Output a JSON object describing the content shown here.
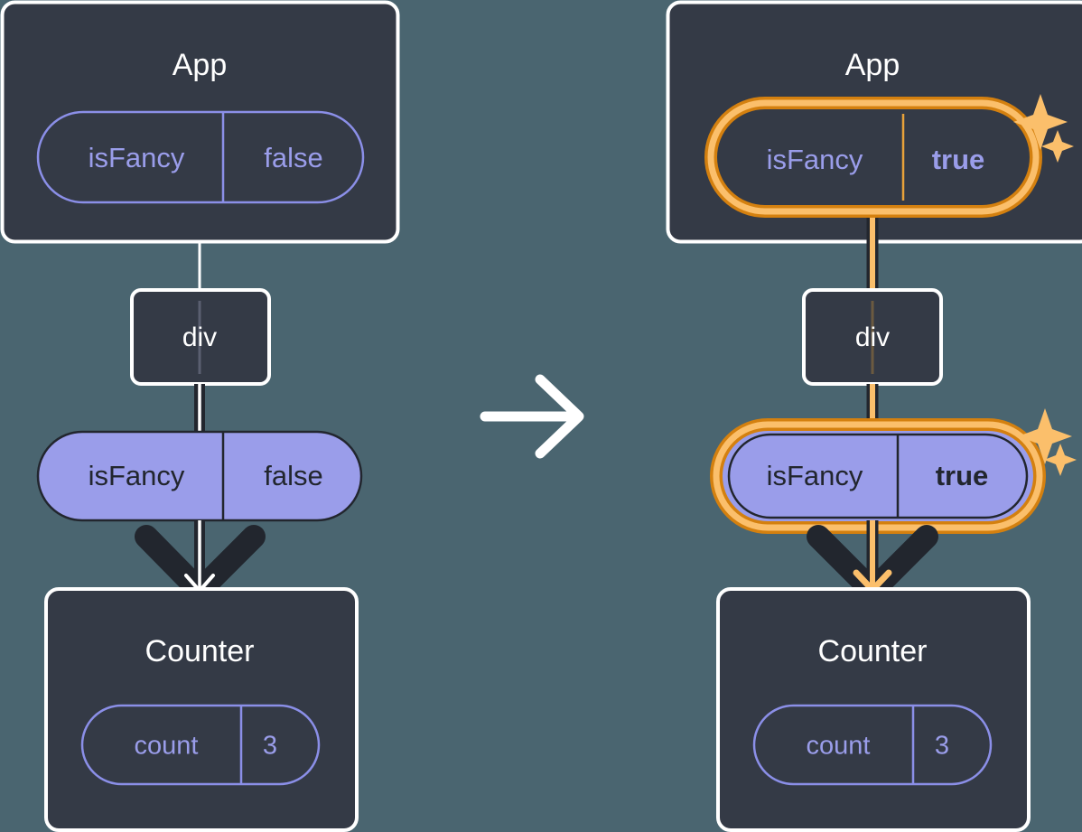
{
  "diagram": {
    "title": "React state update propagation diagram",
    "background_color": "#4a6570",
    "transition_arrow": "arrow-right"
  },
  "colors": {
    "panel_bg": "#343a46",
    "panel_border": "#ffffff",
    "pill_fill": "#9a9dea",
    "pill_outline_stroke": "#8b8fe8",
    "pill_solid_stroke": "#22262e",
    "text_light": "#ffffff",
    "text_dark": "#22262e",
    "highlight_outer": "#d4800f",
    "highlight_inner": "#fbbf6b",
    "line_dark": "#22262e",
    "line_white": "#ffffff",
    "line_amber": "#fbbf6b",
    "sparkle": "#fbbf6b"
  },
  "panels": [
    {
      "id": "before",
      "app": {
        "title": "App",
        "state_pill": {
          "key": "isFancy",
          "value": "false",
          "style": "outline",
          "highlighted": false,
          "bold_value": false
        }
      },
      "dom_node": {
        "label": "div"
      },
      "prop_pill": {
        "key": "isFancy",
        "value": "false",
        "style": "solid",
        "highlighted": false,
        "bold_value": false
      },
      "counter": {
        "title": "Counter",
        "state_pill": {
          "key": "count",
          "value": "3",
          "style": "outline",
          "highlighted": false,
          "bold_value": false
        }
      },
      "connector_color": "#ffffff",
      "sparkles": false
    },
    {
      "id": "after",
      "app": {
        "title": "App",
        "state_pill": {
          "key": "isFancy",
          "value": "true",
          "style": "outline",
          "highlighted": true,
          "bold_value": true
        }
      },
      "dom_node": {
        "label": "div"
      },
      "prop_pill": {
        "key": "isFancy",
        "value": "true",
        "style": "solid",
        "highlighted": true,
        "bold_value": true
      },
      "counter": {
        "title": "Counter",
        "state_pill": {
          "key": "count",
          "value": "3",
          "style": "outline",
          "highlighted": false,
          "bold_value": false
        }
      },
      "connector_color": "#fbbf6b",
      "sparkles": true
    }
  ]
}
